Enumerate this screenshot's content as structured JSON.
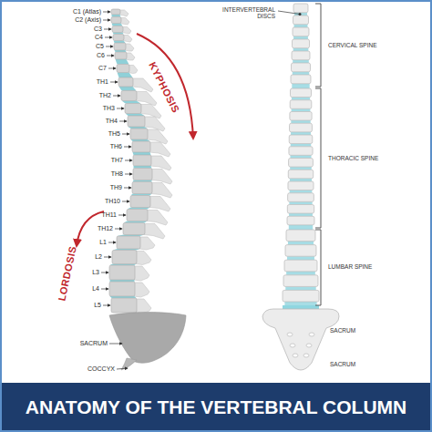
{
  "diagram": {
    "title": "ANATOMY OF THE VERTEBRAL COLUMN",
    "labels": [
      "C1 (Atlas)",
      "C2 (Axis)",
      "C3",
      "C4",
      "C5",
      "C6",
      "C7",
      "TH1",
      "TH2",
      "TH3",
      "TH4",
      "TH5",
      "TH6",
      "TH7",
      "TH8",
      "TH9",
      "TH10",
      "TH11",
      "TH12",
      "L1",
      "L2",
      "L3",
      "L4",
      "L5",
      "SACRUM",
      "COCCYX",
      "KYPHOSIS",
      "LORDOSIS",
      "INTERVERTEBRAL DISCS",
      "CERVICAL SPINE",
      "THORACIC SPINE",
      "LUMBAR SPINE",
      "SACRUM",
      "SACRUM"
    ]
  }
}
